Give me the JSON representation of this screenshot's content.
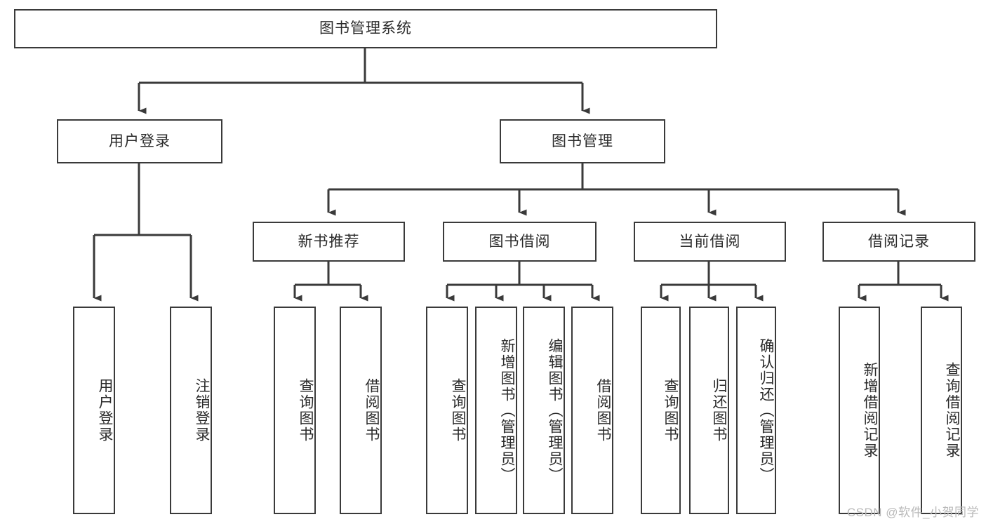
{
  "diagram": {
    "type": "tree-hierarchy-functional-decomposition",
    "title": "图书管理系统",
    "watermark": "CSDN @软件_小贺同学",
    "colors": {
      "background": "#ffffff",
      "box_border": "#3a3a3a",
      "box_fill": "#ffffff",
      "text": "#2b2b2b",
      "connector": "#3a3a3a",
      "watermark": "#b9b9b9"
    },
    "levels": {
      "root": "图书管理系统",
      "level2": [
        "用户登录",
        "图书管理"
      ],
      "level3": [
        "新书推荐",
        "图书借阅",
        "当前借阅",
        "借阅记录"
      ]
    },
    "nodes": {
      "root": {
        "label": "图书管理系统",
        "orientation": "horizontal"
      },
      "user_login": {
        "label": "用户登录",
        "orientation": "horizontal"
      },
      "book_manage": {
        "label": "图书管理",
        "orientation": "horizontal"
      },
      "new_book_rec": {
        "label": "新书推荐",
        "orientation": "horizontal"
      },
      "book_borrow": {
        "label": "图书借阅",
        "orientation": "horizontal"
      },
      "current_borrow": {
        "label": "当前借阅",
        "orientation": "horizontal"
      },
      "borrow_record": {
        "label": "借阅记录",
        "orientation": "horizontal"
      },
      "leaf_user_login": {
        "label": "用户登录",
        "orientation": "vertical"
      },
      "leaf_logout": {
        "label": "注销登录",
        "orientation": "vertical"
      },
      "leaf_query_book_1": {
        "label": "查询图书",
        "orientation": "vertical"
      },
      "leaf_borrow_book_1": {
        "label": "借阅图书",
        "orientation": "vertical"
      },
      "leaf_query_book_2": {
        "label": "查询图书",
        "orientation": "vertical"
      },
      "leaf_add_book": {
        "label": "新增图书（管理员）",
        "orientation": "vertical"
      },
      "leaf_edit_book": {
        "label": "编辑图书（管理员）",
        "orientation": "vertical"
      },
      "leaf_borrow_book_2": {
        "label": "借阅图书",
        "orientation": "vertical"
      },
      "leaf_query_book_3": {
        "label": "查询图书",
        "orientation": "vertical"
      },
      "leaf_return_book": {
        "label": "归还图书",
        "orientation": "vertical"
      },
      "leaf_confirm_return": {
        "label": "确认归还（管理员）",
        "orientation": "vertical"
      },
      "leaf_add_record": {
        "label": "新增借阅记录",
        "orientation": "vertical"
      },
      "leaf_query_record": {
        "label": "查询借阅记录",
        "orientation": "vertical"
      }
    },
    "groups": {
      "user_login_children": [
        "用户登录",
        "注销登录"
      ],
      "new_book_rec_children": [
        "查询图书",
        "借阅图书"
      ],
      "book_borrow_children": [
        "查询图书",
        "新增图书（管理员）",
        "编辑图书（管理员）",
        "借阅图书"
      ],
      "current_borrow_children": [
        "查询图书",
        "归还图书",
        "确认归还（管理员）"
      ],
      "borrow_record_children": [
        "新增借阅记录",
        "查询借阅记录"
      ]
    }
  }
}
